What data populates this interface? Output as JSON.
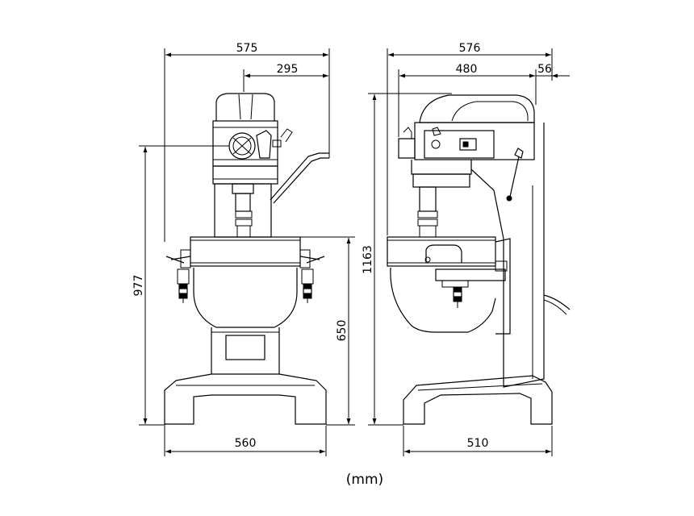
{
  "dimensions": {
    "front_top_width": "575",
    "front_offset": "295",
    "front_height": "977",
    "bowl_height": "650",
    "front_base_width": "560",
    "side_top_width": "576",
    "side_body_width": "480",
    "side_overhang": "56",
    "side_height": "1163",
    "side_base_width": "510"
  },
  "unit_label": "(mm)"
}
